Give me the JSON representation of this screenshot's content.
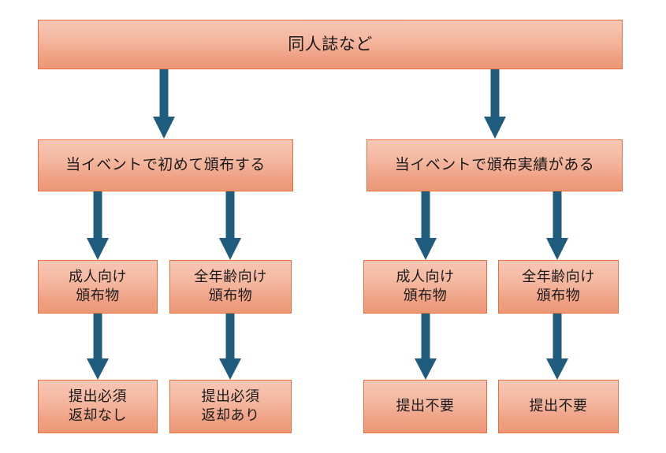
{
  "diagram": {
    "title_text": "同人誌など",
    "colors": {
      "box_fill_top": "#F7C7B5",
      "box_fill_bottom": "#EC9878",
      "box_border": "#E8703C",
      "arrow": "#1F5C7D",
      "text": "#1A1A1A",
      "background": "#FFFFFF"
    },
    "nodes": {
      "root": {
        "label": "同人誌など"
      },
      "cond_left": {
        "label": "当イベントで初めて頒布する"
      },
      "cond_right": {
        "label": "当イベントで頒布実績がある"
      },
      "kind_l1": {
        "label": "成人向け\n頒布物"
      },
      "kind_l2": {
        "label": "全年齢向け\n頒布物"
      },
      "kind_r1": {
        "label": "成人向け\n頒布物"
      },
      "kind_r2": {
        "label": "全年齢向け\n頒布物"
      },
      "result_l1": {
        "label": "提出必須\n返却なし"
      },
      "result_l2": {
        "label": "提出必須\n返却あり"
      },
      "result_r1": {
        "label": "提出不要"
      },
      "result_r2": {
        "label": "提出不要"
      }
    },
    "edges": [
      {
        "name": "root-to-cond-left",
        "from": "root",
        "to": "cond_left"
      },
      {
        "name": "root-to-cond-right",
        "from": "root",
        "to": "cond_right"
      },
      {
        "name": "cond-left-to-kind-l1",
        "from": "cond_left",
        "to": "kind_l1"
      },
      {
        "name": "cond-left-to-kind-l2",
        "from": "cond_left",
        "to": "kind_l2"
      },
      {
        "name": "cond-right-to-kind-r1",
        "from": "cond_right",
        "to": "kind_r1"
      },
      {
        "name": "cond-right-to-kind-r2",
        "from": "cond_right",
        "to": "kind_r2"
      },
      {
        "name": "kind-l1-to-result-l1",
        "from": "kind_l1",
        "to": "result_l1"
      },
      {
        "name": "kind-l2-to-result-l2",
        "from": "kind_l2",
        "to": "result_l2"
      },
      {
        "name": "kind-r1-to-result-r1",
        "from": "kind_r1",
        "to": "result_r1"
      },
      {
        "name": "kind-r2-to-result-r2",
        "from": "kind_r2",
        "to": "result_r2"
      }
    ]
  }
}
